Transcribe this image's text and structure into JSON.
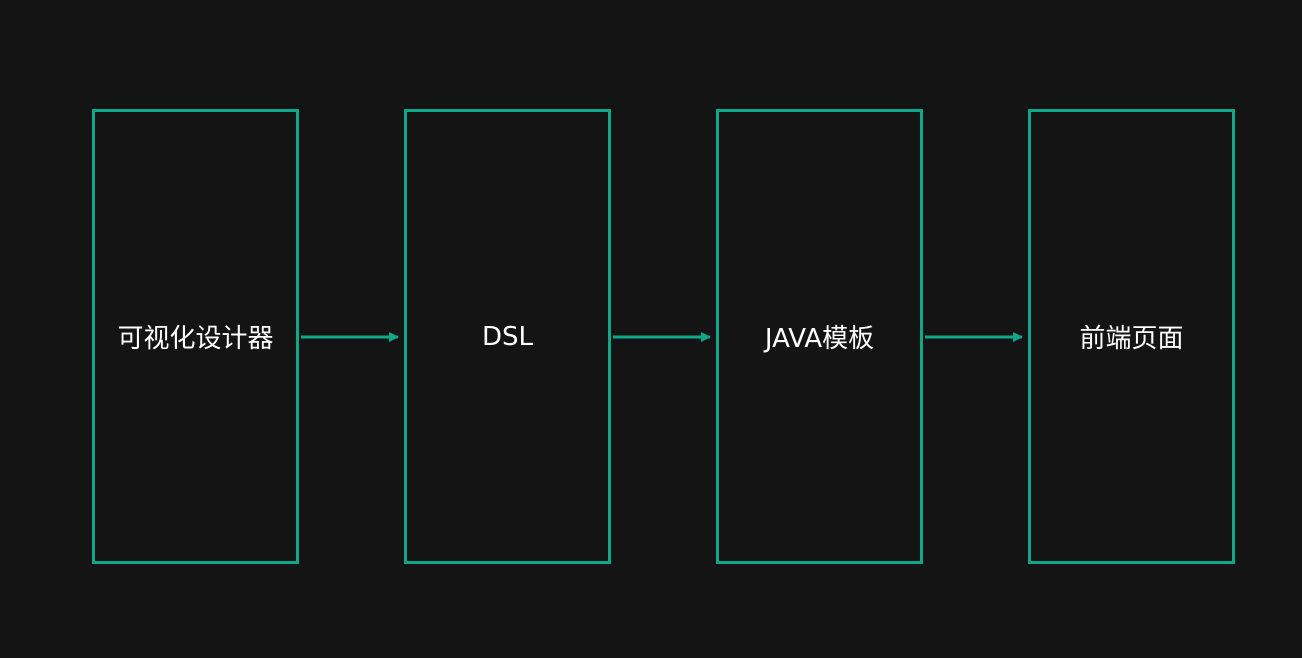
{
  "diagram": {
    "colors": {
      "background": "#141414",
      "stroke": "#0fa78a",
      "text": "#ffffff"
    },
    "nodes": [
      {
        "id": "designer",
        "label": "可视化设计器"
      },
      {
        "id": "dsl",
        "label": "DSL"
      },
      {
        "id": "java",
        "label": "JAVA模板"
      },
      {
        "id": "frontend",
        "label": "前端页面"
      }
    ],
    "edges": [
      {
        "from": "designer",
        "to": "dsl"
      },
      {
        "from": "dsl",
        "to": "java"
      },
      {
        "from": "java",
        "to": "frontend"
      }
    ]
  }
}
